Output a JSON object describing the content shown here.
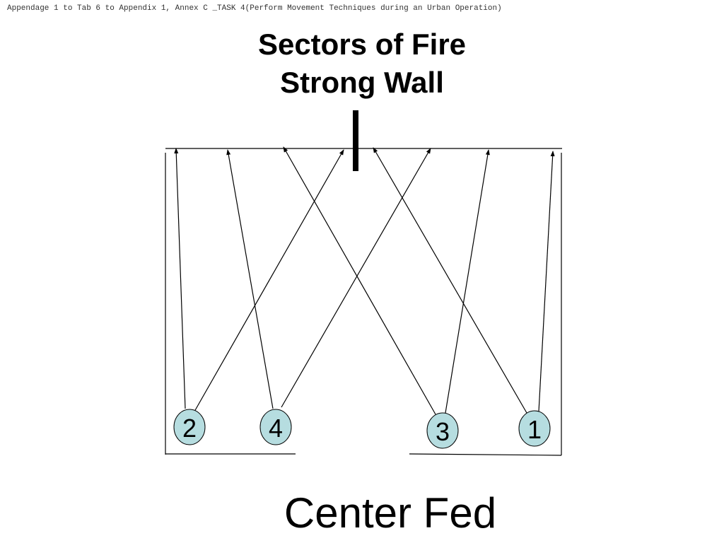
{
  "header": {
    "reference": "Appendage 1 to Tab 6 to Appendix 1, Annex C _TASK 4(Perform Movement Techniques during an Urban Operation)"
  },
  "title": {
    "line1": "Sectors of Fire",
    "line2": "Strong Wall"
  },
  "positions": [
    {
      "label": "2"
    },
    {
      "label": "4"
    },
    {
      "label": "3"
    },
    {
      "label": "1"
    }
  ],
  "footer": {
    "label": "Center Fed"
  },
  "colors": {
    "position_fill": "#b6dde0",
    "line": "#000000",
    "text": "#000000"
  }
}
